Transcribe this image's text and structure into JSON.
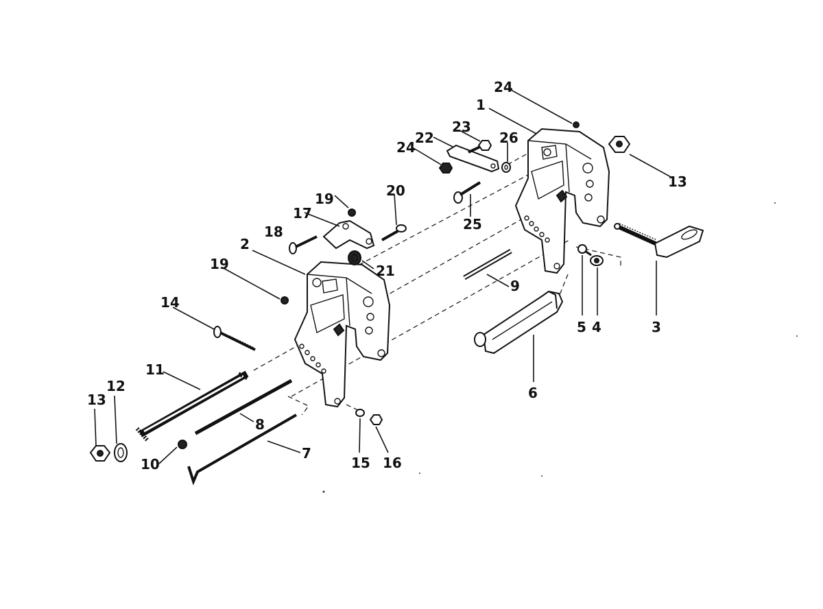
{
  "callouts": [
    {
      "id": "c1",
      "label": "1"
    },
    {
      "id": "c2",
      "label": "2"
    },
    {
      "id": "c3",
      "label": "3"
    },
    {
      "id": "c4",
      "label": "4"
    },
    {
      "id": "c5",
      "label": "5"
    },
    {
      "id": "c6",
      "label": "6"
    },
    {
      "id": "c7",
      "label": "7"
    },
    {
      "id": "c8",
      "label": "8"
    },
    {
      "id": "c9",
      "label": "9"
    },
    {
      "id": "c10",
      "label": "10"
    },
    {
      "id": "c11",
      "label": "11"
    },
    {
      "id": "c12",
      "label": "12"
    },
    {
      "id": "c13a",
      "label": "13"
    },
    {
      "id": "c13b",
      "label": "13"
    },
    {
      "id": "c14",
      "label": "14"
    },
    {
      "id": "c15",
      "label": "15"
    },
    {
      "id": "c16",
      "label": "16"
    },
    {
      "id": "c17",
      "label": "17"
    },
    {
      "id": "c18",
      "label": "18"
    },
    {
      "id": "c19a",
      "label": "19"
    },
    {
      "id": "c19b",
      "label": "19"
    },
    {
      "id": "c20",
      "label": "20"
    },
    {
      "id": "c21",
      "label": "21"
    },
    {
      "id": "c22",
      "label": "22"
    },
    {
      "id": "c23",
      "label": "23"
    },
    {
      "id": "c24a",
      "label": "24"
    },
    {
      "id": "c24b",
      "label": "24"
    },
    {
      "id": "c25",
      "label": "25"
    },
    {
      "id": "c26",
      "label": "26"
    }
  ]
}
